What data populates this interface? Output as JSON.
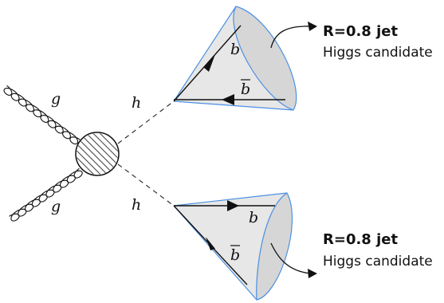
{
  "diagram": {
    "incoming": [
      {
        "label": "g"
      },
      {
        "label": "g"
      }
    ],
    "vertex": {
      "style": "hatched-blob"
    },
    "higgs": [
      {
        "label": "h"
      },
      {
        "label": "h"
      }
    ],
    "jets": [
      {
        "quark": "b",
        "antiquark": "b",
        "title": "R=0.8 jet",
        "subtitle": "Higgs candidate"
      },
      {
        "quark": "b",
        "antiquark": "b",
        "title": "R=0.8 jet",
        "subtitle": "Higgs candidate"
      }
    ],
    "colors": {
      "cone_fill": "#e7e7e7",
      "cone_edge": "#4a90e2",
      "line": "#111111",
      "dash": "#333333"
    }
  }
}
